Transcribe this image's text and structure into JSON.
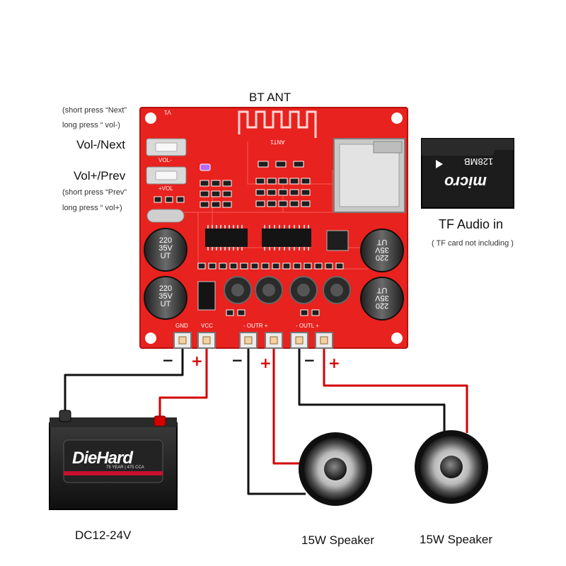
{
  "labels": {
    "bt_ant": "BT ANT",
    "next_hint_1": "(short press “Next”",
    "next_hint_2": "long press “ vol-)",
    "vol_minus_next": "Vol-/Next",
    "vol_plus_prev": "Vol+/Prev",
    "prev_hint_1": "(short press “Prev”",
    "prev_hint_2": "long press “ vol+)",
    "tf_audio_in": "TF Audio in",
    "tf_note": "( TF card not including )",
    "dc_range": "DC12-24V",
    "speaker_left": "15W Speaker",
    "speaker_right": "15W Speaker"
  },
  "board_silk": {
    "gnd": "GND",
    "vcc": "VCC",
    "outr": "- OUTR +",
    "outl": "- OUTL +",
    "cap_value": "220",
    "cap_voltage": "35V",
    "cap_series": "UT",
    "ant": "ANT1",
    "vol_minus": "VOL-",
    "vol_plus": "+VOL",
    "v1": "V1"
  },
  "terminals": {
    "minus": "−",
    "plus": "+"
  },
  "battery": {
    "brand": "DieHard",
    "sub": "75 YEAR | 475 CCA"
  },
  "tf_card": {
    "logo": "micro",
    "capacity": "128MB"
  },
  "colors": {
    "board": "#e8221e",
    "wire_red": "#d40000",
    "wire_black": "#111111",
    "cap": "#3a3a3a",
    "battery": "#1b1b1b"
  }
}
